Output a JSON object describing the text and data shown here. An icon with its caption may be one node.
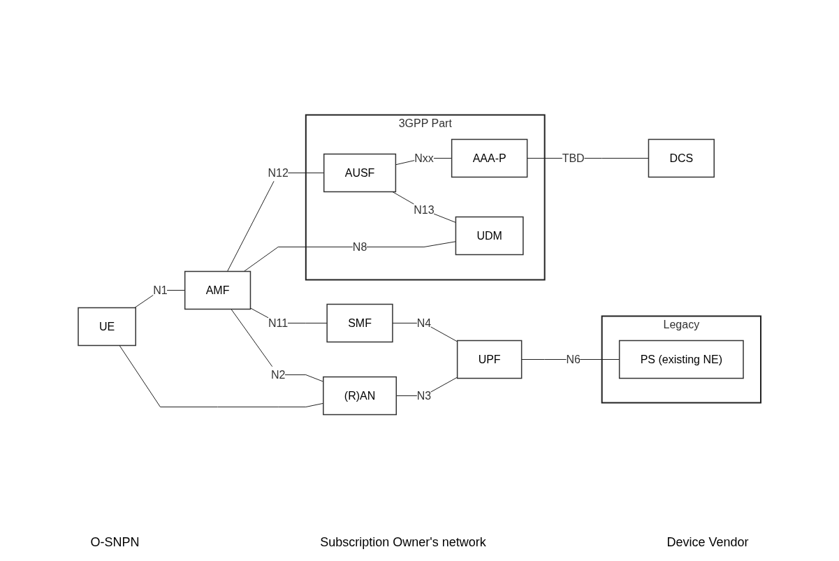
{
  "diagram": {
    "nodes": [
      {
        "text": [
          "3GPP Part"
        ]
      },
      {
        "text": [
          "AUSF"
        ],
        "in": 0
      },
      {
        "text": [
          "AAA-P"
        ],
        "in": 0
      },
      {
        "text": [
          "UDM"
        ],
        "in": 0
      },
      {
        "text": [
          "DCS"
        ]
      },
      {
        "text": [
          "AMF"
        ]
      },
      {
        "text": [
          "SMF"
        ]
      },
      {
        "text": [
          "UE"
        ]
      },
      {
        "text": [
          "(R)AN"
        ]
      },
      {
        "text": [
          "UPF"
        ]
      },
      {
        "text": [
          "Legacy"
        ]
      },
      {
        "text": [
          "PS (existing NE)"
        ],
        "in": 10
      }
    ],
    "edges": [
      {
        "from": 1,
        "to": 2,
        "arrow": "none",
        "label": "Nxx"
      },
      {
        "from": 2,
        "to": 4,
        "arrow": "none",
        "label": "TBD"
      },
      {
        "from": 1,
        "to": 3,
        "arrow": "none",
        "label": "N13"
      },
      {
        "from": 5,
        "to": 1,
        "arrow": "none",
        "label": "N12"
      },
      {
        "from": 5,
        "to": 3,
        "arrow": "none",
        "label": "N8"
      },
      {
        "from": 5,
        "to": 6,
        "arrow": "none",
        "label": "N11"
      },
      {
        "from": 7,
        "to": 5,
        "arrow": "none",
        "label": "N1"
      },
      {
        "from": 5,
        "to": 8,
        "arrow": "none",
        "label": "N2"
      },
      {
        "from": 6,
        "to": 9,
        "arrow": "none",
        "label": "N4"
      },
      {
        "from": 7,
        "to": 8,
        "arrow": "none"
      },
      {
        "from": 8,
        "to": 9,
        "arrow": "none",
        "label": "N3"
      },
      {
        "from": 9,
        "to": 11,
        "arrow": "none",
        "label": "N6"
      }
    ],
    "labels": [
      "O-SNPN",
      "Subscription Owner's network",
      "Device Vendor"
    ]
  }
}
